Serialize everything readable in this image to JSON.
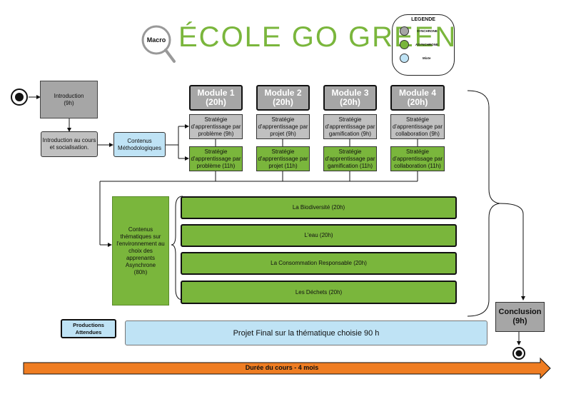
{
  "header": {
    "macro_label": "Macro",
    "title": "ÉCOLE GO GREEN"
  },
  "legend": {
    "title": "LEGENDE",
    "items": [
      {
        "label": "SYNCHRONE",
        "color": "#a6a6a6"
      },
      {
        "label": "ASYNCHRONE",
        "color": "#7ab63c"
      },
      {
        "label": "Mixte",
        "color": "#bfe3f5"
      }
    ]
  },
  "colors": {
    "synchrone": "#a6a6a6",
    "asynchrone": "#7ab63c",
    "mixte": "#bfe3f5",
    "timeline": "#ef7d22"
  },
  "flow": {
    "introduction": "Introduction\n(9h)",
    "intro_cours": "Introduction au cours et socialisation.",
    "contenus_methodo": "Contenus Méthodologiques",
    "contenus_thematiques": "Contenus thématiques sur l'environnement au choix des apprenants Asynchrone\n(80h)",
    "conclusion": "Conclusion\n(9h)",
    "productions": "Productions Attendues",
    "projet_final": "Projet Final sur la thématique choisie 90 h"
  },
  "modules": [
    {
      "title": "Module 1\n(20h)",
      "sync": "Stratégie d'apprentissage par problème (9h)",
      "async": "Stratégie d'apprentissage par problème (11h)"
    },
    {
      "title": "Module 2\n(20h)",
      "sync": "Stratégie d'apprentissage par projet (9h)",
      "async": "Stratégie d'apprentissage par projet (11h)"
    },
    {
      "title": "Module 3\n(20h)",
      "sync": "Stratégie d'apprentissage par gamification (9h)",
      "async": "Stratégie d'apprentissage par gamification (11h)"
    },
    {
      "title": "Module 4\n(20h)",
      "sync": "Stratégie d'apprentissage par collaboration (9h)",
      "async": "Stratégie d'apprentissage par collaboration (11h)"
    }
  ],
  "themes": [
    {
      "label": "La Biodiversité  (20h)"
    },
    {
      "label": "L'eau (20h)"
    },
    {
      "label": "La Consommation Responsable (20h)"
    },
    {
      "label": "Les Déchets (20h)"
    }
  ],
  "timeline": {
    "label": "Durée du cours - 4 mois"
  }
}
